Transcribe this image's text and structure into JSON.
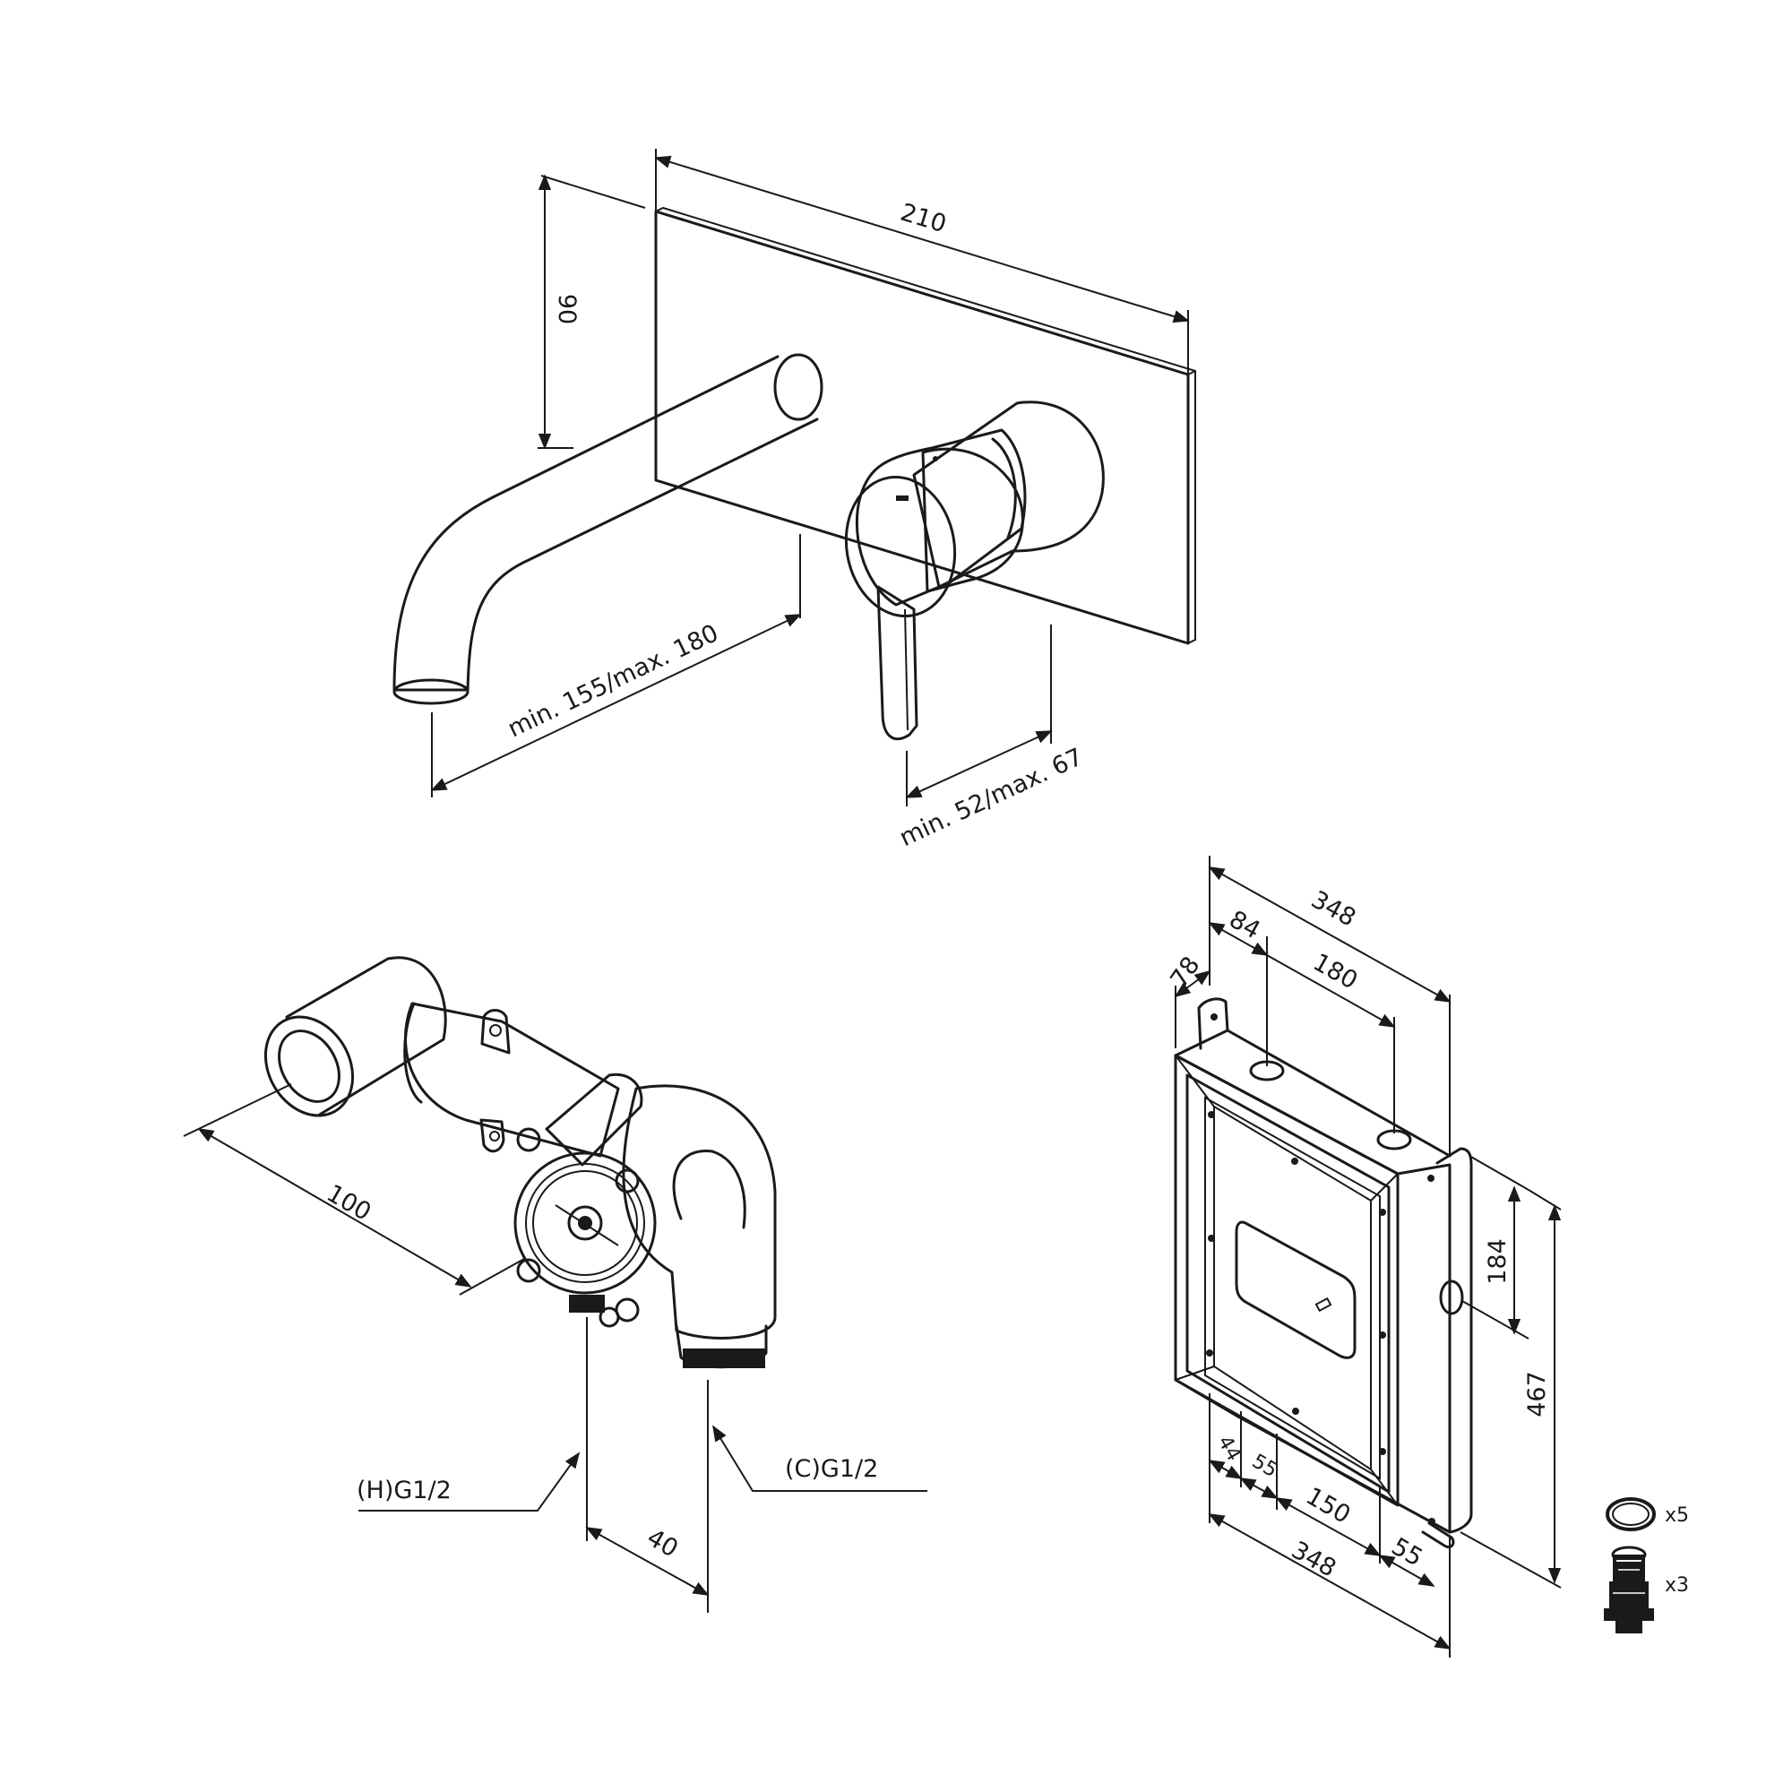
{
  "faucet": {
    "width_label": "210",
    "height_label": "90",
    "spout_label": "min. 155/max. 180",
    "depth_label": "min. 52/max. 67"
  },
  "valve": {
    "depth_label": "100",
    "hot_label": "(H)G1/2",
    "cold_label": "(C)G1/2",
    "spacing_label": "40"
  },
  "box": {
    "top_width_label": "348",
    "offset_84_label": "84",
    "offset_180_label": "180",
    "side_78_label": "78",
    "height_184_label": "184",
    "height_467_label": "467",
    "bottom_44_label": "44",
    "bottom_55a_label": "55",
    "bottom_150_label": "150",
    "bottom_55b_label": "55",
    "bottom_width_label": "348"
  },
  "accessories": {
    "oring_count": "x5",
    "fitting_count": "x3"
  }
}
